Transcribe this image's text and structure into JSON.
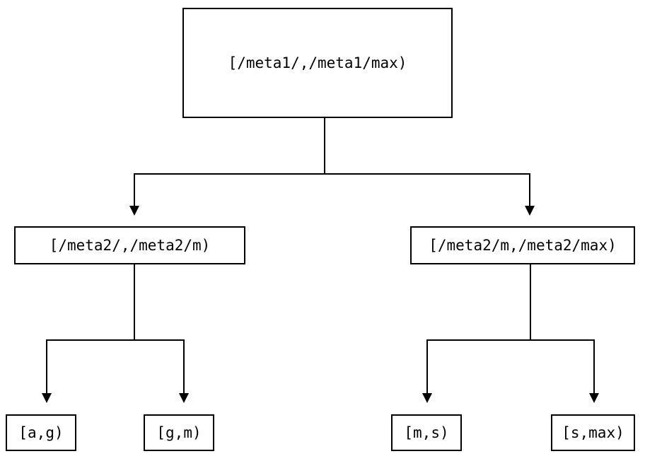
{
  "diagram": {
    "type": "tree",
    "orientation": "top-down",
    "levels": 3,
    "colors": {
      "stroke": "#000000",
      "fill": "#ffffff",
      "text": "#000000",
      "background": "#ffffff"
    },
    "root": {
      "id": "root",
      "label": "[/meta1/,/meta1/max)"
    },
    "mid": [
      {
        "id": "mid-left",
        "label": "[/meta2/,/meta2/m)"
      },
      {
        "id": "mid-right",
        "label": "[/meta2/m,/meta2/max)"
      }
    ],
    "leaves": [
      {
        "id": "leaf-a-g",
        "label": "[a,g)"
      },
      {
        "id": "leaf-g-m",
        "label": "[g,m)"
      },
      {
        "id": "leaf-m-s",
        "label": "[m,s)"
      },
      {
        "id": "leaf-s-max",
        "label": "[s,max)"
      }
    ],
    "edges": [
      {
        "id": "edge-root-mid-left",
        "from": "root",
        "to": "mid-left",
        "arrow": "down-triangle"
      },
      {
        "id": "edge-root-mid-right",
        "from": "root",
        "to": "mid-right",
        "arrow": "down-triangle"
      },
      {
        "id": "edge-mid-left-leaf-a-g",
        "from": "mid-left",
        "to": "leaf-a-g",
        "arrow": "down-triangle"
      },
      {
        "id": "edge-mid-left-leaf-g-m",
        "from": "mid-left",
        "to": "leaf-g-m",
        "arrow": "down-triangle"
      },
      {
        "id": "edge-mid-right-leaf-m-s",
        "from": "mid-right",
        "to": "leaf-m-s",
        "arrow": "down-triangle"
      },
      {
        "id": "edge-mid-right-leaf-s-max",
        "from": "mid-right",
        "to": "leaf-s-max",
        "arrow": "down-triangle"
      }
    ]
  }
}
